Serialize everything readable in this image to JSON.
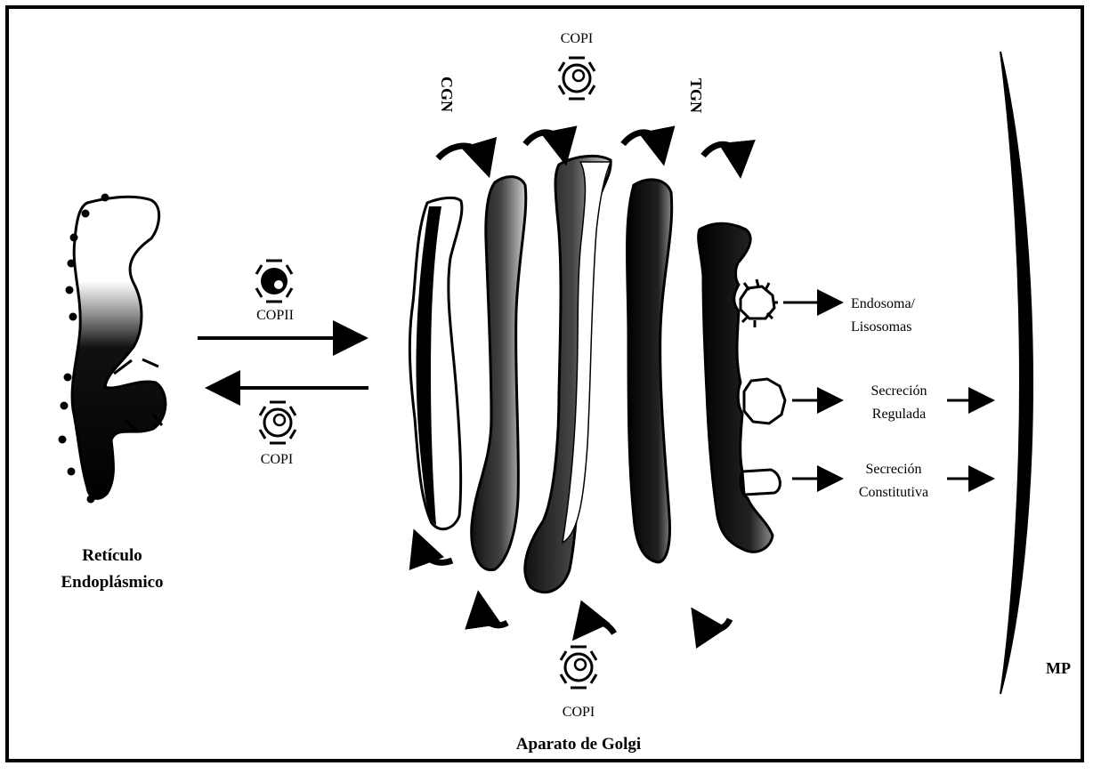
{
  "er": {
    "line1": "Retículo",
    "line2": "Endoplásmico"
  },
  "transport": {
    "anterograde_label": "COPII",
    "retrograde_label": "COPI"
  },
  "golgi": {
    "cis_label": "CGN",
    "trans_label": "TGN",
    "top_vesicle_label": "COPI",
    "bottom_vesicle_label": "COPI",
    "title": "Aparato de Golgi"
  },
  "outputs": {
    "endosome_line1": "Endosoma/",
    "endosome_line2": "Lisosomas",
    "regulated_line1": "Secreción",
    "regulated_line2": "Regulada",
    "constitutive_line1": "Secreción",
    "constitutive_line2": "Constitutiva"
  },
  "membrane": {
    "label": "MP"
  },
  "colors": {
    "ink": "#000000",
    "paper": "#ffffff",
    "shade": "#7a7a7a"
  }
}
